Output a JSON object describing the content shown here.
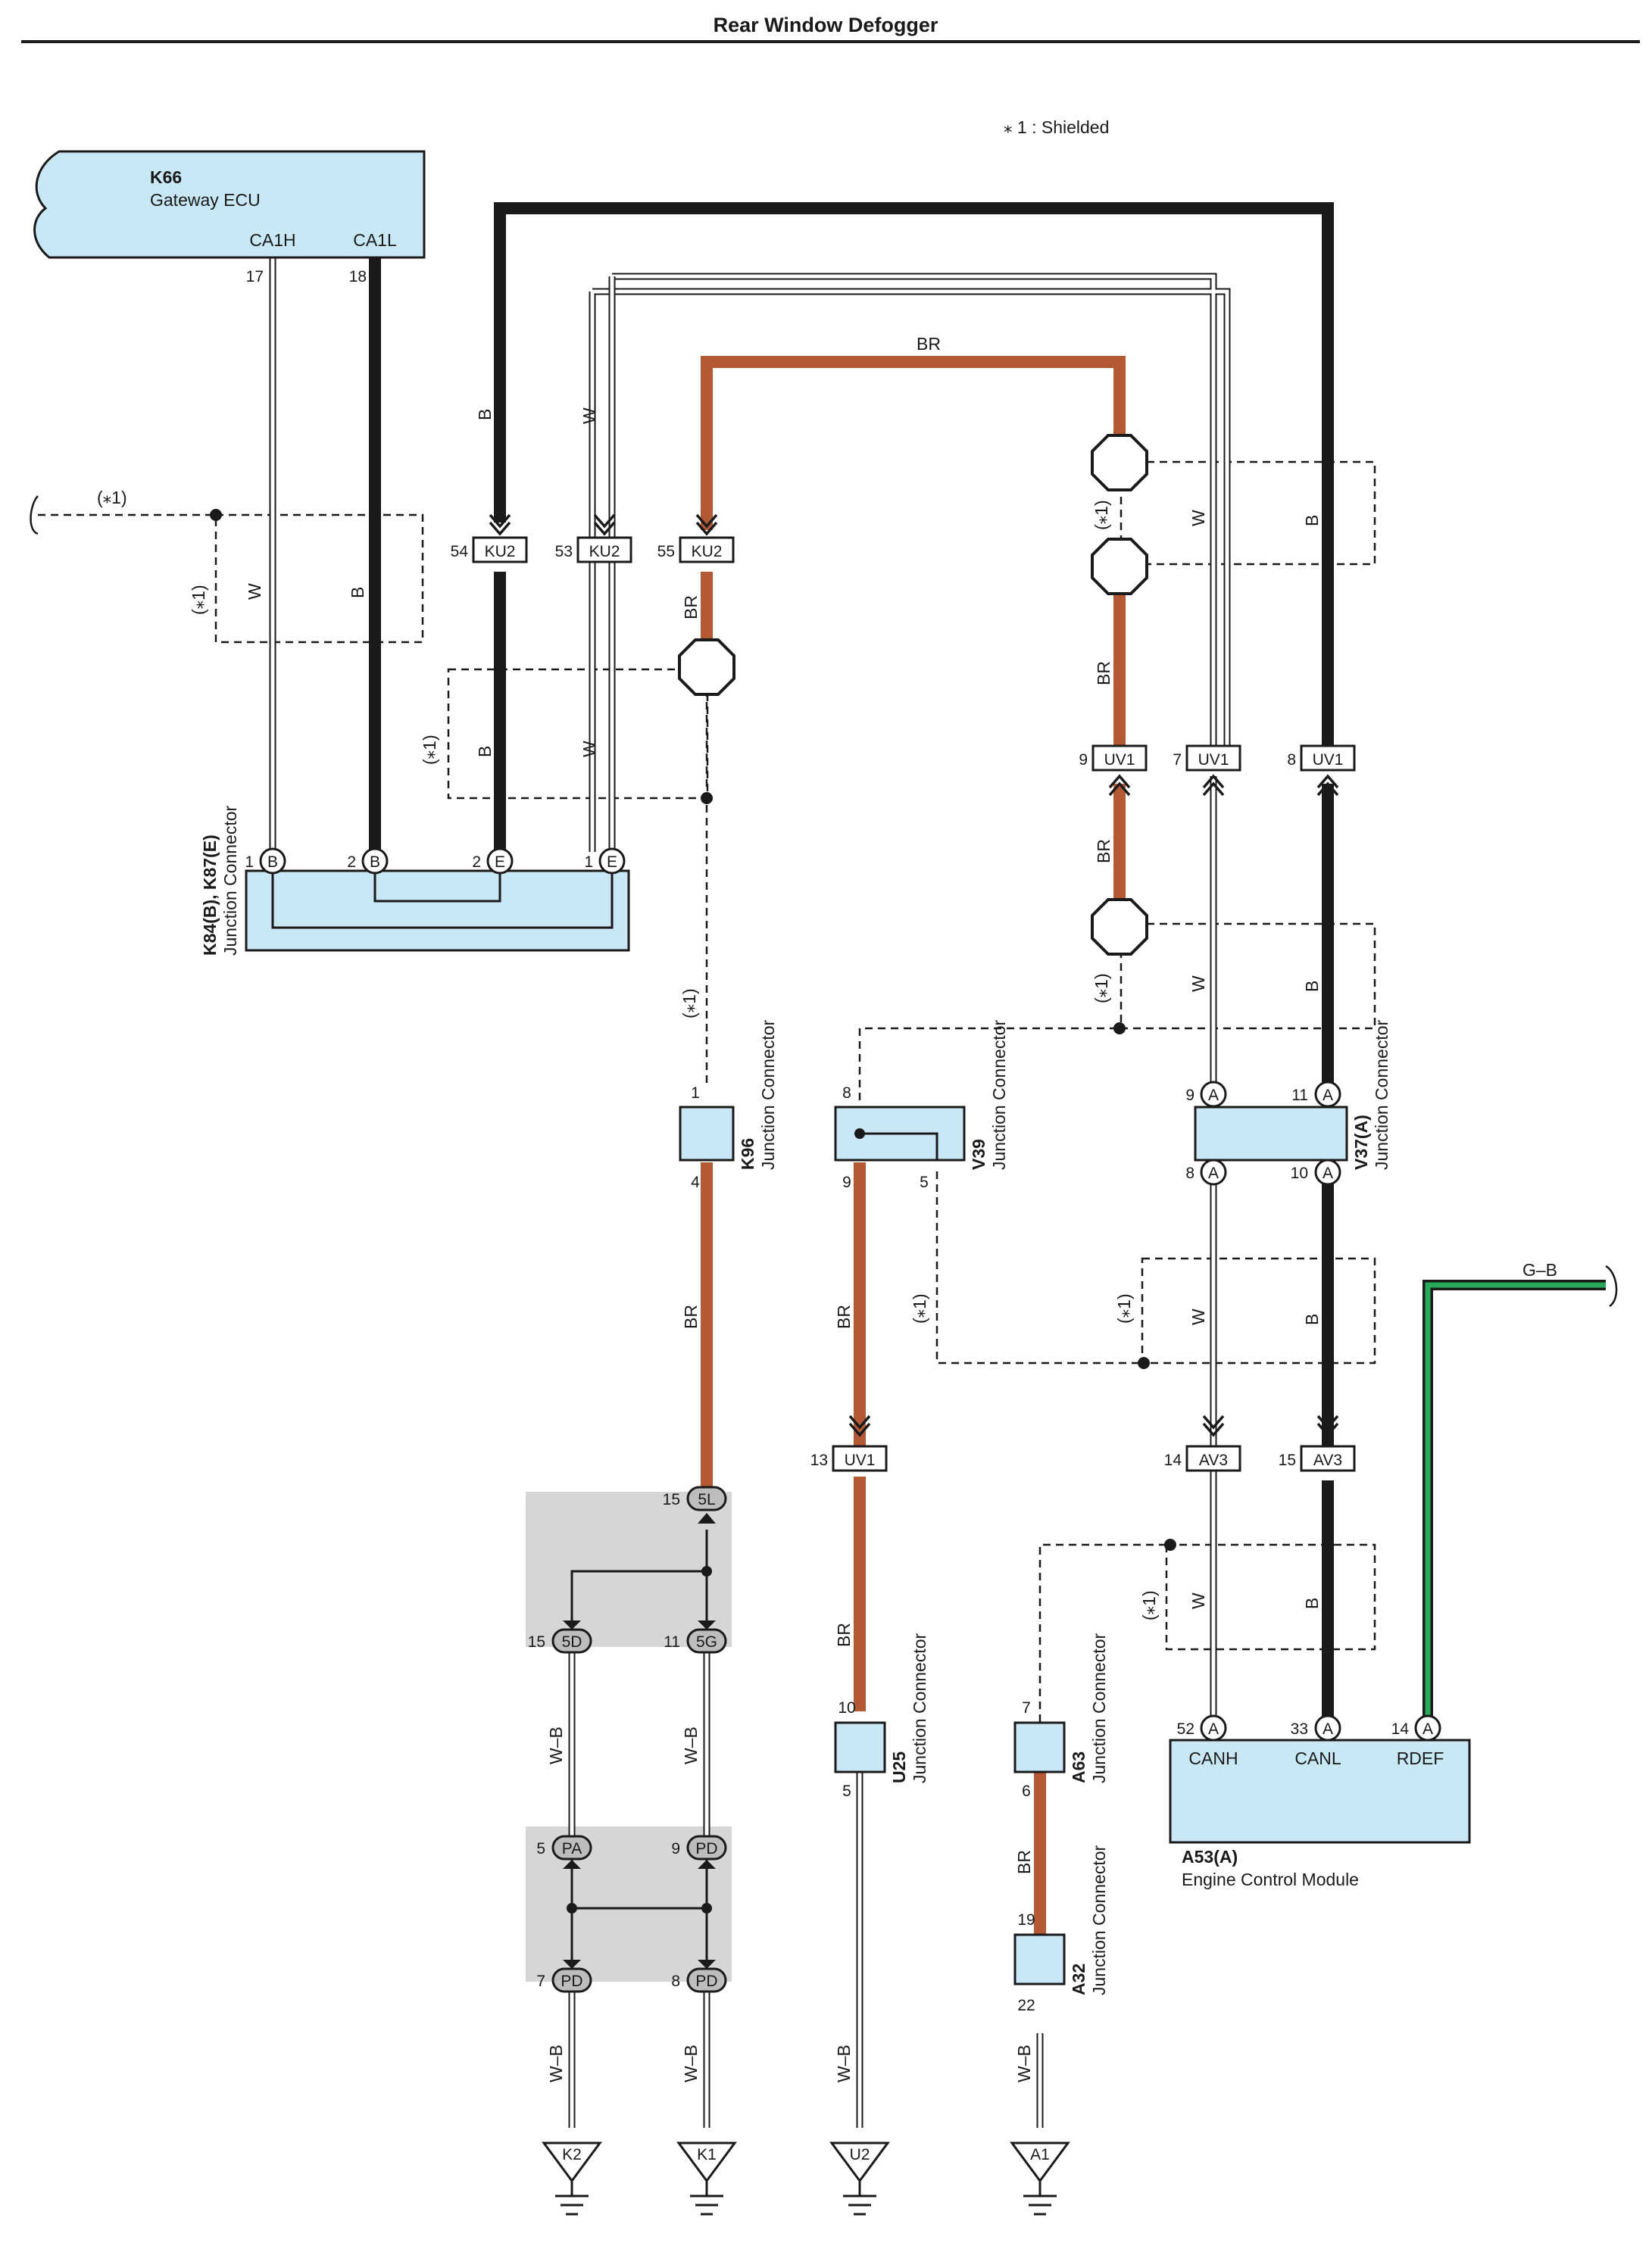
{
  "title": "Rear Window Defogger",
  "legend": {
    "note": "⁎ 1 : Shielded",
    "shield": "(⁎1)"
  },
  "colors": {
    "brown": "#b35a35",
    "black": "#1a1a1a",
    "green": "#27a85a",
    "box_fill": "#c9e8f5",
    "gray_zone": "#d6d6d6",
    "white_wire": "#ffffff"
  },
  "wire_labels": {
    "B": "B",
    "W": "W",
    "BR": "BR",
    "WB": "W–B",
    "GB": "G–B"
  },
  "components": {
    "k66": {
      "code": "K66",
      "name": "Gateway ECU",
      "t1": "CA1H",
      "t2": "CA1L",
      "p1": "17",
      "p2": "18"
    },
    "k84": {
      "code": "K84(B), K87(E)",
      "name": "Junction Connector",
      "p1": "1",
      "p2": "2",
      "p3": "2",
      "p4": "1",
      "l1": "B",
      "l2": "B",
      "l3": "E",
      "l4": "E"
    },
    "k96": {
      "code": "K96",
      "name": "Junction Connector",
      "p_in": "1",
      "p_out": "4"
    },
    "v39": {
      "code": "V39",
      "name": "Junction Connector",
      "p_in": "8",
      "p_out1": "9",
      "p_out2": "5"
    },
    "v37": {
      "code": "V37(A)",
      "name": "Junction Connector",
      "p1": "9",
      "p2": "11",
      "p3": "8",
      "p4": "10",
      "letter": "A"
    },
    "u25": {
      "code": "U25",
      "name": "Junction Connector",
      "p_in": "10",
      "p_out": "5"
    },
    "a63": {
      "code": "A63",
      "name": "Junction Connector",
      "p_in": "7",
      "p_out": "6"
    },
    "a32": {
      "code": "A32",
      "name": "Junction Connector",
      "p_in": "19",
      "p_out": "22"
    },
    "a53": {
      "code": "A53(A)",
      "name": "Engine Control Module",
      "t1": "CANH",
      "t2": "CANL",
      "t3": "RDEF",
      "p1": "52",
      "p2": "33",
      "p3": "14",
      "letter": "A"
    }
  },
  "connectors": {
    "ku2_54": {
      "code": "KU2",
      "pin": "54"
    },
    "ku2_53": {
      "code": "KU2",
      "pin": "53"
    },
    "ku2_55": {
      "code": "KU2",
      "pin": "55"
    },
    "uv1_9": {
      "code": "UV1",
      "pin": "9"
    },
    "uv1_7": {
      "code": "UV1",
      "pin": "7"
    },
    "uv1_8": {
      "code": "UV1",
      "pin": "8"
    },
    "uv1_13": {
      "code": "UV1",
      "pin": "13"
    },
    "av3_14": {
      "code": "AV3",
      "pin": "14"
    },
    "av3_15": {
      "code": "AV3",
      "pin": "15"
    }
  },
  "junction_pins": {
    "p5l": {
      "code": "5L",
      "pin": "15"
    },
    "p5d": {
      "code": "5D",
      "pin": "15"
    },
    "p5g": {
      "code": "5G",
      "pin": "11"
    },
    "ppa": {
      "code": "PA",
      "pin": "5"
    },
    "ppd9": {
      "code": "PD",
      "pin": "9"
    },
    "ppd7": {
      "code": "PD",
      "pin": "7"
    },
    "ppd8": {
      "code": "PD",
      "pin": "8"
    }
  },
  "grounds": {
    "k2": "K2",
    "k1": "K1",
    "u2": "U2",
    "a1": "A1"
  }
}
